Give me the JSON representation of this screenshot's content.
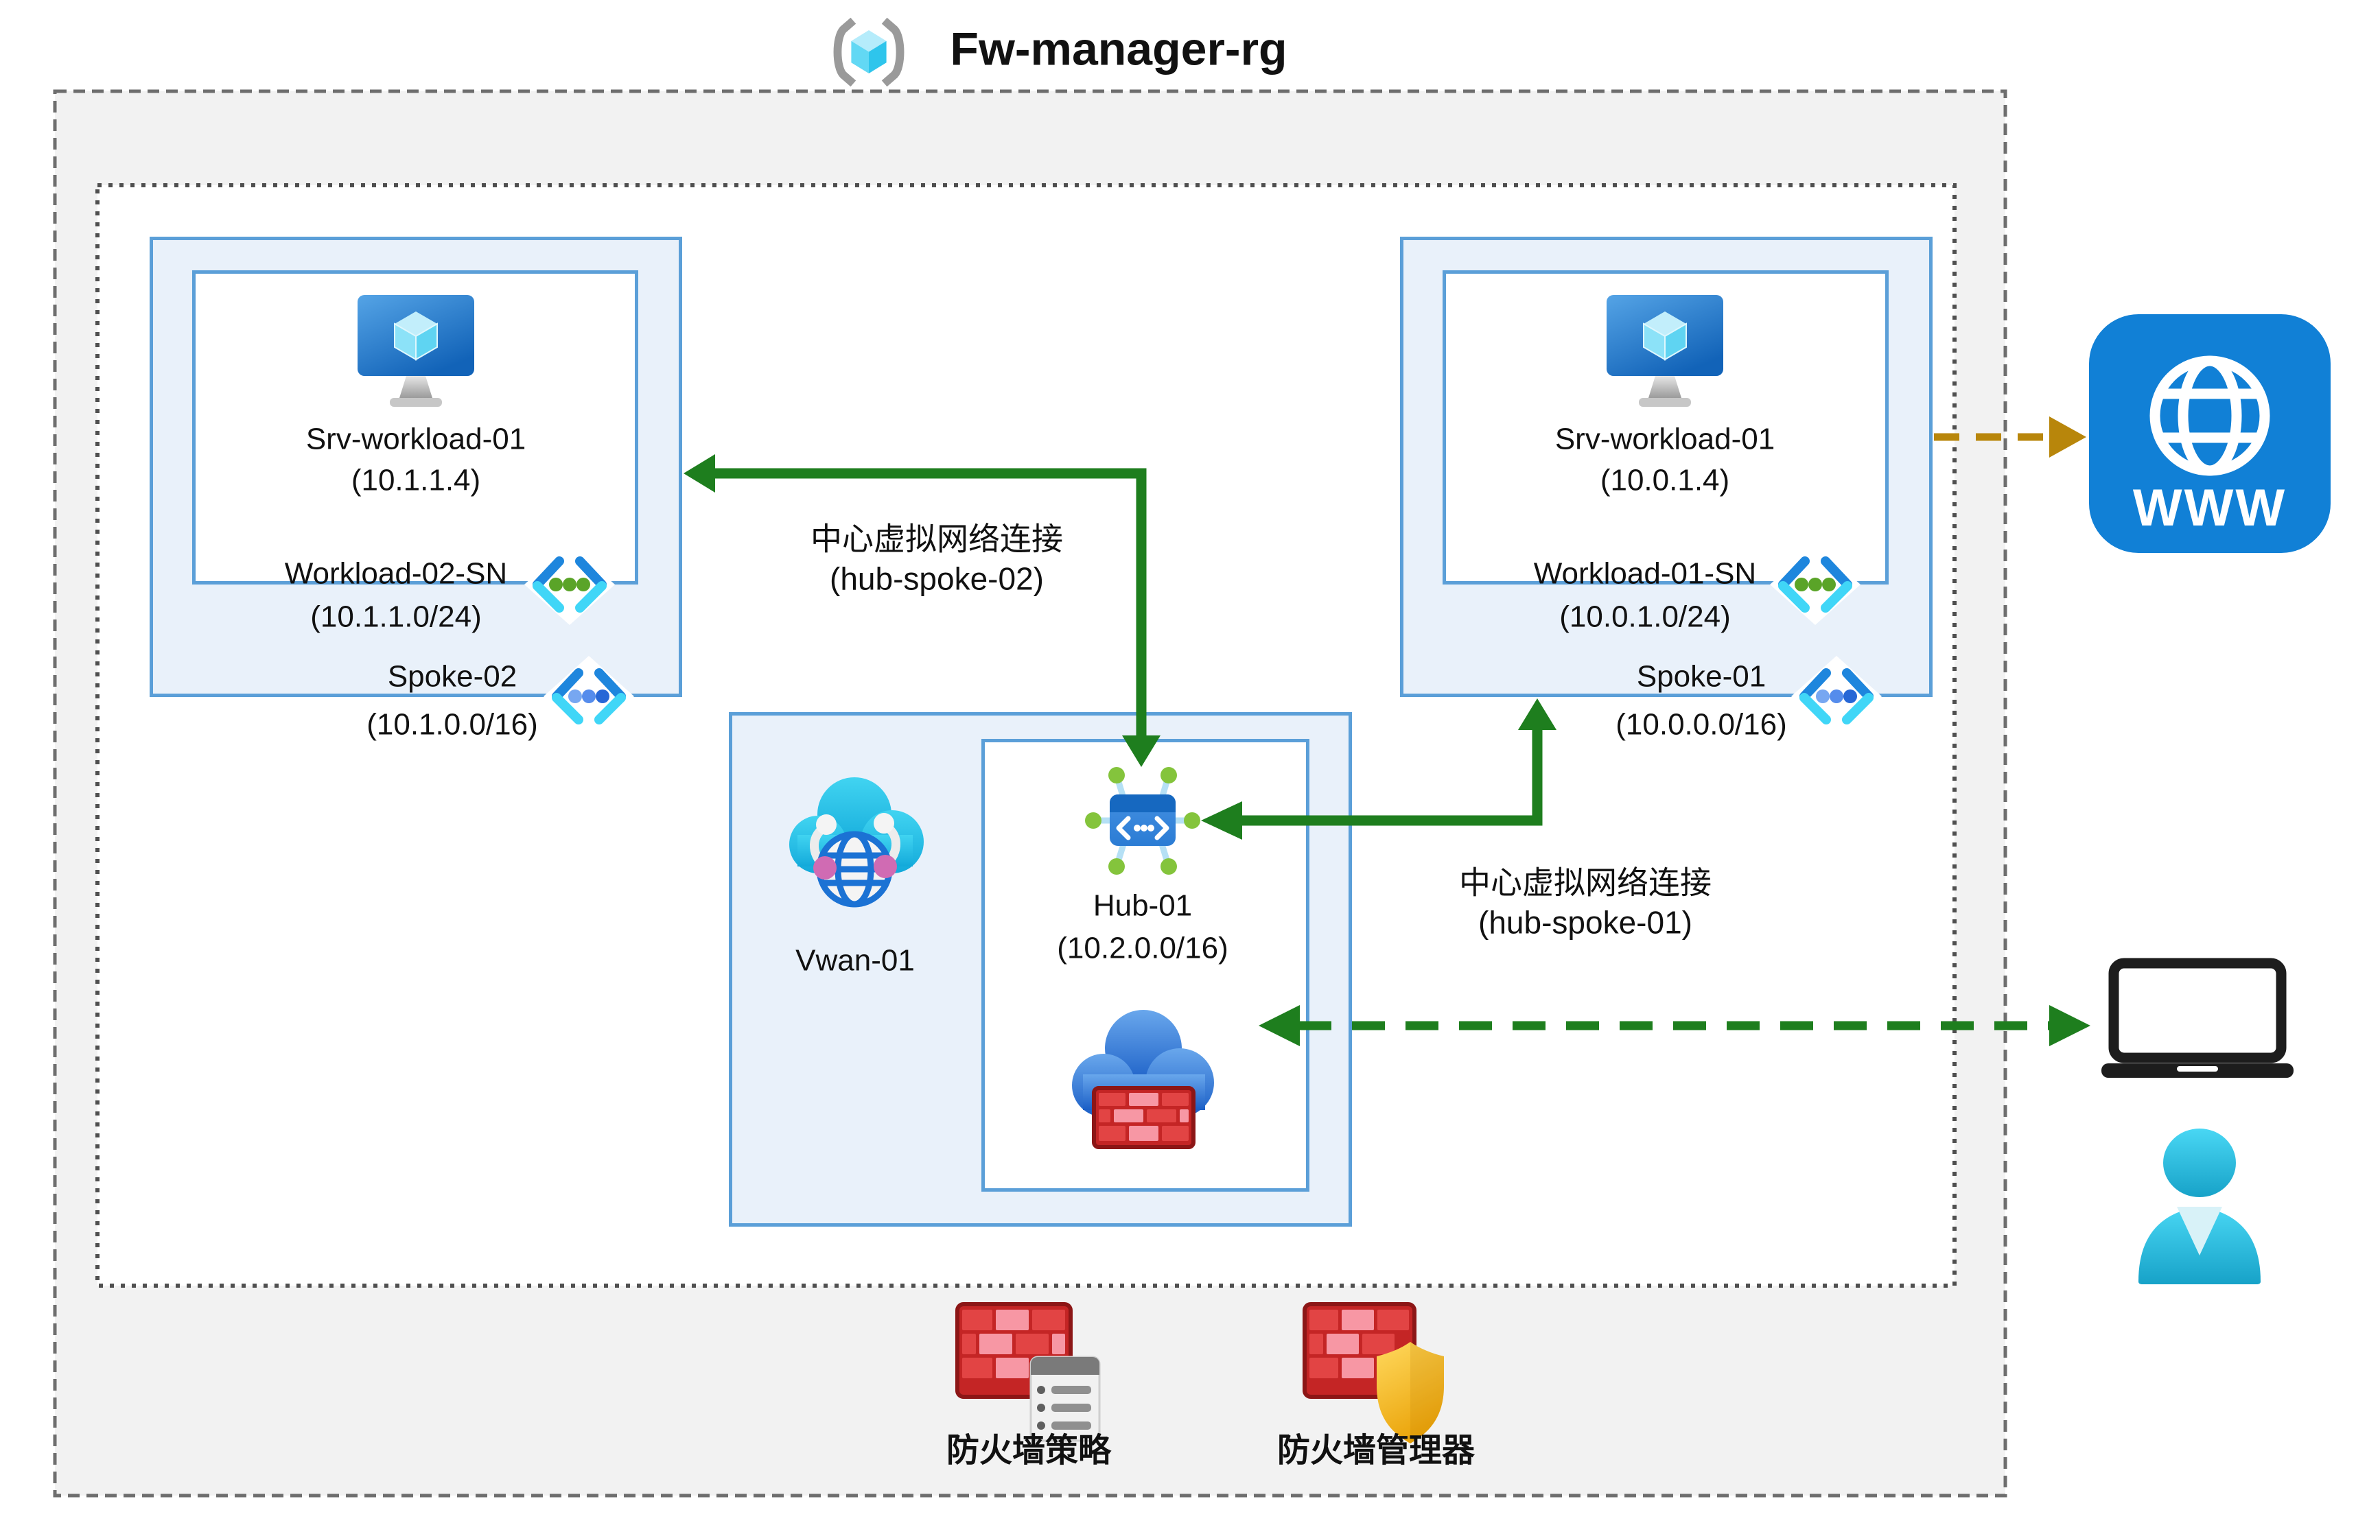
{
  "title": {
    "resource_group": "Fw-manager-rg"
  },
  "spoke2": {
    "vm_name": "Srv-workload-01",
    "vm_ip": "(10.1.1.4)",
    "subnet_name": "Workload-02-SN",
    "subnet_cidr": "(10.1.1.0/24)",
    "vnet_name": "Spoke-02",
    "vnet_cidr": "(10.1.0.0/16)"
  },
  "spoke1": {
    "vm_name": "Srv-workload-01",
    "vm_ip": "(10.0.1.4)",
    "subnet_name": "Workload-01-SN",
    "subnet_cidr": "(10.0.1.0/24)",
    "vnet_name": "Spoke-01",
    "vnet_cidr": "(10.0.0.0/16)"
  },
  "vwan": {
    "name": "Vwan-01"
  },
  "hub": {
    "name": "Hub-01",
    "cidr": "(10.2.0.0/16)"
  },
  "connections": {
    "hub_spoke_02": {
      "label_line1": "中心虚拟网络连接",
      "label_line2": "(hub-spoke-02)"
    },
    "hub_spoke_01": {
      "label_line1": "中心虚拟网络连接",
      "label_line2": "(hub-spoke-01)"
    }
  },
  "internet": {
    "label": "WWW"
  },
  "footer": {
    "firewall_policy_label": "防火墙策略",
    "firewall_manager_label": "防火墙管理器"
  },
  "colors": {
    "canvas_bg": "#ffffff",
    "rg_fill": "#f2f2f2",
    "rg_border": "#6e6e6e",
    "zone_border": "#4f4f4f",
    "box_fill": "#e9f1fa",
    "box_border": "#5b9fd8",
    "arrow_green": "#1e7e1e",
    "arrow_gold": "#b8860b",
    "text": "#111111"
  },
  "icons": {
    "resource-group-icon": "gray angle brackets enclosing cyan cube",
    "virtual-machine-icon": "blue monitor with light-cyan cube and gray stand",
    "subnet-icon": "blue/cyan angle brackets with three green dots",
    "virtual-network-icon": "blue/cyan angle brackets with three blue dots",
    "virtual-wan-icon": "cyan cloud with two hooks and blue wireframe globe",
    "virtual-hub-icon": "blue router square with six lime-green nodes",
    "azure-firewall-icon": "blue cloud with red brick wall",
    "internet-icon": "blue rounded square, white globe, WWW text",
    "laptop-icon": "black outline laptop with white screen",
    "user-icon": "cyan person silhouette",
    "firewall-policy-icon": "red brick wall with gray document list",
    "firewall-manager-icon": "red brick wall with gold shield"
  }
}
